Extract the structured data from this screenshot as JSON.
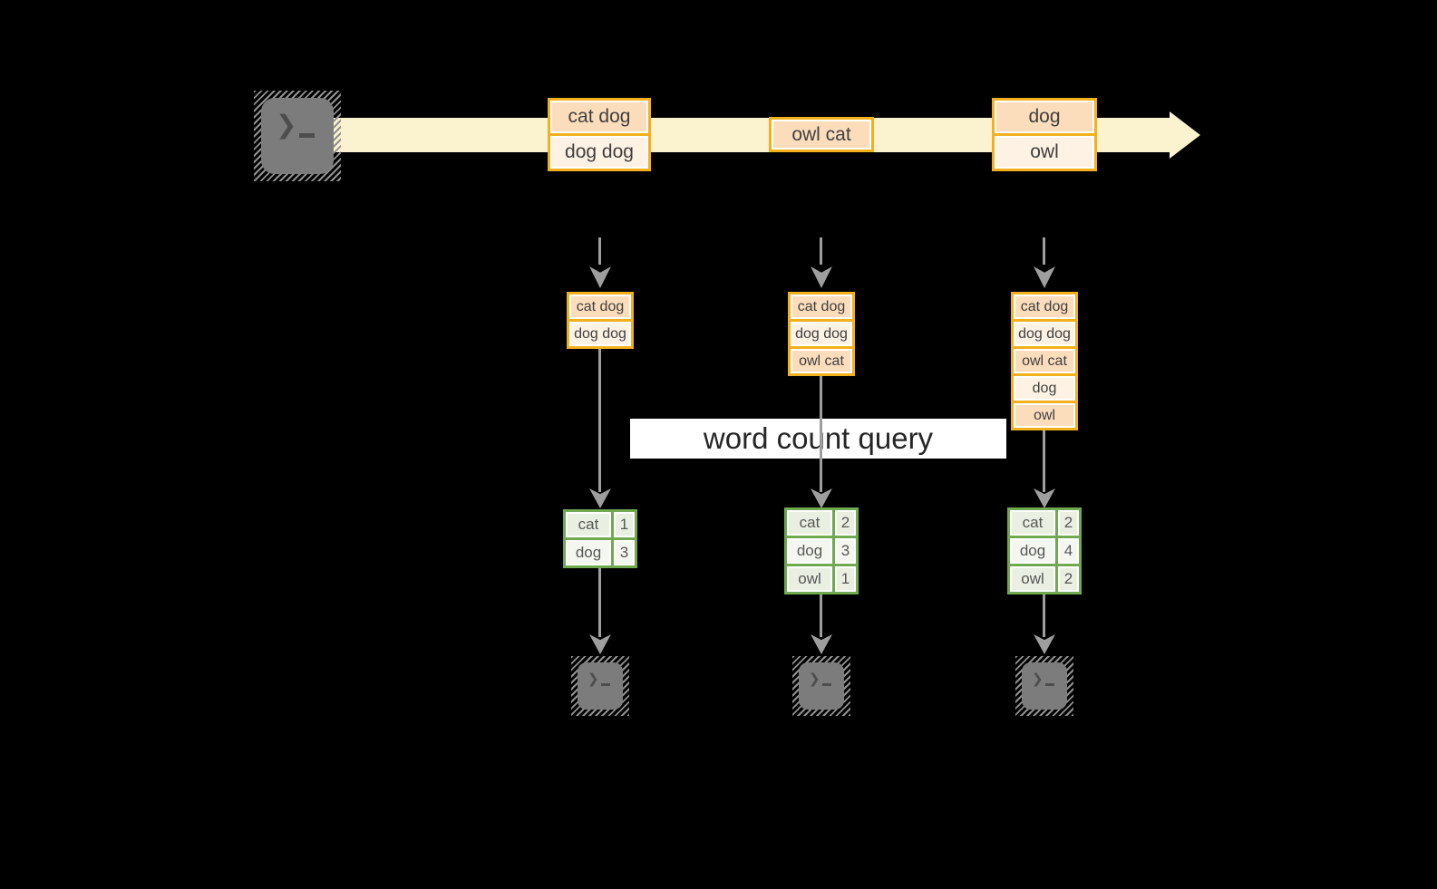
{
  "colors": {
    "canvas-bg": "#000000",
    "amber": "#F2B01D",
    "peach": "#FBDDBC",
    "cream": "#FDF2E3",
    "band": "#FBF2CF",
    "green": "#6FAA50",
    "green-cell-a": "#E9EFE1",
    "green-cell-b": "#F4F7F0",
    "arrow-gray": "#9E9E9E",
    "terminal-gray": "#7C7C7C",
    "box-text": "#3F3F3F",
    "table-text": "#575757",
    "label-text": "#262626"
  },
  "icons": {
    "terminal_prompt_glyph": "❯"
  },
  "query_label": "word count query",
  "timeline": {
    "batches": [
      {
        "messages": [
          "cat dog",
          "dog dog"
        ]
      },
      {
        "messages": [
          "owl cat"
        ]
      },
      {
        "messages": [
          "dog",
          "owl"
        ]
      }
    ]
  },
  "columns": [
    {
      "buffer": [
        "cat dog",
        "dog dog"
      ],
      "counts": [
        {
          "word": "cat",
          "count": "1"
        },
        {
          "word": "dog",
          "count": "3"
        }
      ]
    },
    {
      "buffer": [
        "cat dog",
        "dog dog",
        "owl cat"
      ],
      "counts": [
        {
          "word": "cat",
          "count": "2"
        },
        {
          "word": "dog",
          "count": "3"
        },
        {
          "word": "owl",
          "count": "1"
        }
      ]
    },
    {
      "buffer": [
        "cat dog",
        "dog dog",
        "owl cat",
        "dog",
        "owl"
      ],
      "counts": [
        {
          "word": "cat",
          "count": "2"
        },
        {
          "word": "dog",
          "count": "4"
        },
        {
          "word": "owl",
          "count": "2"
        }
      ]
    }
  ]
}
